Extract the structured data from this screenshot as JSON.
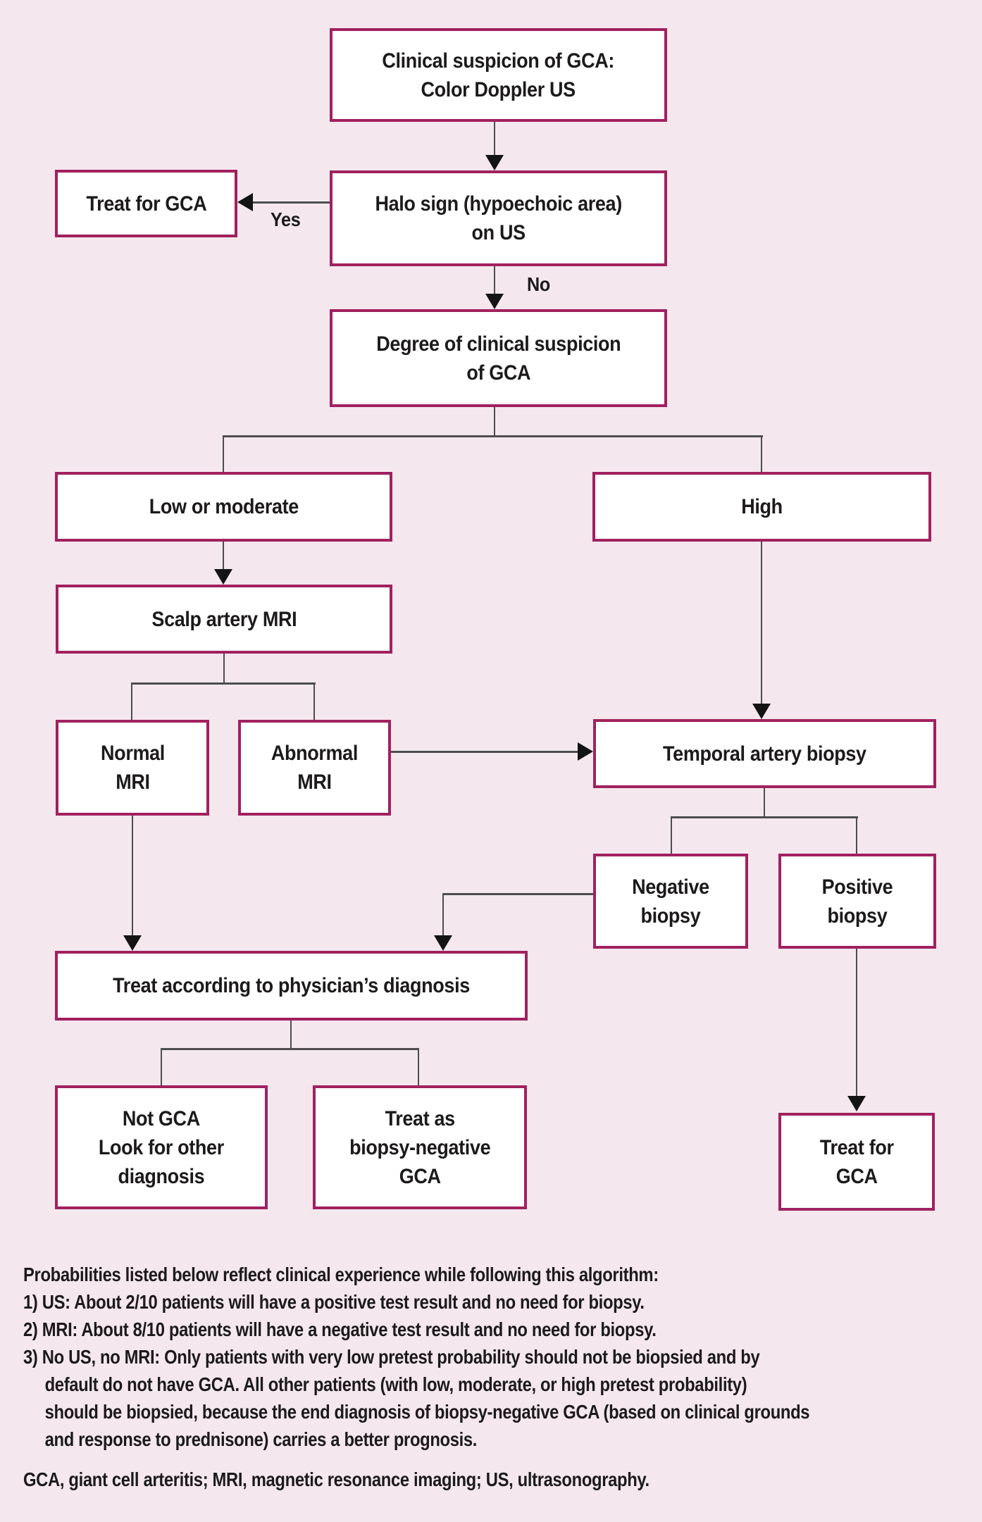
{
  "diagram": {
    "nodes": {
      "clinical_suspicion": {
        "text": "Clinical suspicion of GCA:\nColor Doppler US"
      },
      "treat_for_gca_top": {
        "text": "Treat for GCA"
      },
      "halo_sign": {
        "text": "Halo sign (hypoechoic area)\non US"
      },
      "degree_suspicion": {
        "text": "Degree of clinical suspicion\nof GCA"
      },
      "low_or_moderate": {
        "text": "Low or moderate"
      },
      "high": {
        "text": "High"
      },
      "scalp_artery_mri": {
        "text": "Scalp artery MRI"
      },
      "normal_mri": {
        "text": "Normal\nMRI"
      },
      "abnormal_mri": {
        "text": "Abnormal\nMRI"
      },
      "temporal_artery_biopsy": {
        "text": "Temporal artery biopsy"
      },
      "negative_biopsy": {
        "text": "Negative\nbiopsy"
      },
      "positive_biopsy": {
        "text": "Positive\nbiopsy"
      },
      "treat_physician_diagnosis": {
        "text": "Treat according to physician’s diagnosis"
      },
      "not_gca": {
        "text": "Not GCA\nLook for other\ndiagnosis"
      },
      "treat_biopsy_negative": {
        "text": "Treat as\nbiopsy-negative\nGCA"
      },
      "treat_for_gca_bottom": {
        "text": "Treat for\nGCA"
      }
    },
    "edge_labels": {
      "yes": "Yes",
      "no": "No"
    },
    "colors": {
      "background": "#f4e8ee",
      "box_fill": "#ffffff",
      "box_border": "#a1215f",
      "connector": "#4d4d4d",
      "arrowhead": "#141414",
      "text": "#1c1a1b"
    }
  },
  "footer": {
    "lines": [
      {
        "text": "Probabilities listed below reflect clinical experience while following this algorithm:"
      },
      {
        "text": "1) US: About 2/10 patients will have a positive test result and no need for biopsy."
      },
      {
        "text": "2) MRI: About 8/10 patients will have a negative test result and no need for biopsy."
      },
      {
        "text": "3) No US, no MRI: Only patients with very low pretest probability should not be biopsied and by"
      },
      {
        "text": "default do not have GCA. All other patients (with low, moderate, or high pretest probability)"
      },
      {
        "text": "should be biopsied, because the end diagnosis of biopsy-negative GCA (based on clinical grounds"
      },
      {
        "text": "and response to prednisone) carries a better prognosis."
      },
      {
        "text": "GCA, giant cell arteritis; MRI, magnetic resonance imaging; US, ultrasonography."
      }
    ]
  }
}
